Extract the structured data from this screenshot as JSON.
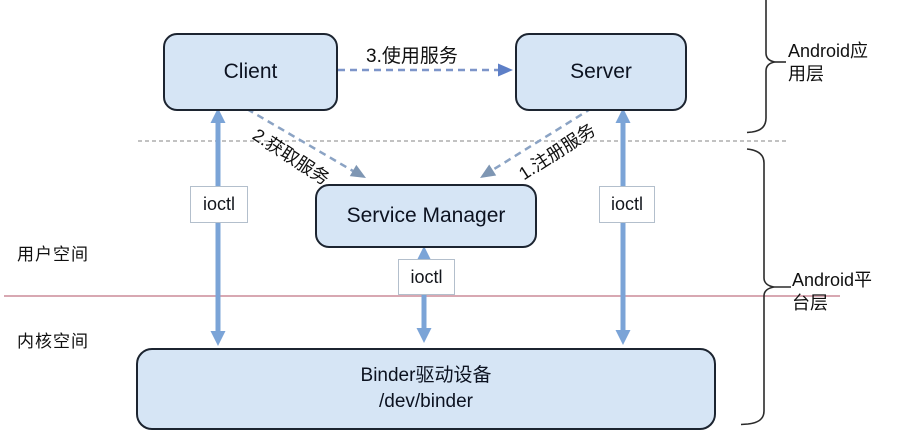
{
  "nodes": {
    "client": "Client",
    "server": "Server",
    "service_manager": "Service Manager",
    "binder": {
      "line1": "Binder驱动设备",
      "line2": "/dev/binder"
    }
  },
  "edges": {
    "use_service": "3.使用服务",
    "get_service": "2.获取服务",
    "register_service": "1.注册服务",
    "ioctl": "ioctl"
  },
  "regions": {
    "user_space": "用户空间",
    "kernel_space": "内核空间",
    "app_layer": "Android应\n用层",
    "platform_layer": "Android平\n台层"
  },
  "colors": {
    "node_fill": "#d6e5f5",
    "node_border": "#1c2430",
    "solid_arrow": "#7ba4d7",
    "dashed_arrow": "#8ba3c4",
    "dashed_arrow_head": "#5d7fc7",
    "separator_dashed": "#9e9e9e",
    "kernel_boundary_line": "#d8a8b2",
    "brace": "#2b2b2b",
    "ioctl_border": "#b3bfcc"
  }
}
